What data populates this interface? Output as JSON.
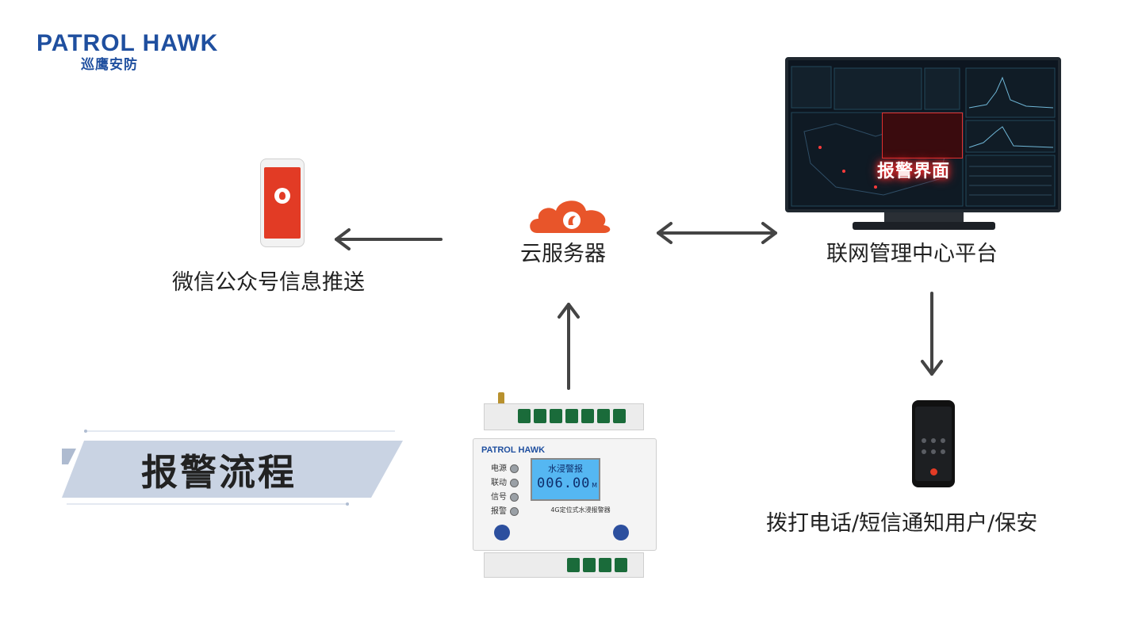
{
  "logo": {
    "brand_en": "PATROL HAWK",
    "brand_cn": "巡鹰安防"
  },
  "nodes": {
    "wechat_label": "微信公众号信息推送",
    "cloud_label": "云服务器",
    "platform_label": "联网管理中心平台",
    "call_label": "拨打电话/短信通知用户/保安"
  },
  "banner": {
    "title": "报警流程"
  },
  "monitor": {
    "alarm_overlay": "报警界面"
  },
  "device": {
    "brand": "PATROL HAWK",
    "lcd_line1": "水浸警报",
    "lcd_value": "006.00",
    "lcd_unit": "M",
    "leds": [
      "电源",
      "联动",
      "信号",
      "报警"
    ],
    "model": "4G定位式水浸报警器"
  },
  "colors": {
    "brand_blue": "#1f4f9f",
    "alert_red": "#e23b25",
    "arrow_gray": "#444444",
    "banner_blue": "#c9d3e3"
  }
}
